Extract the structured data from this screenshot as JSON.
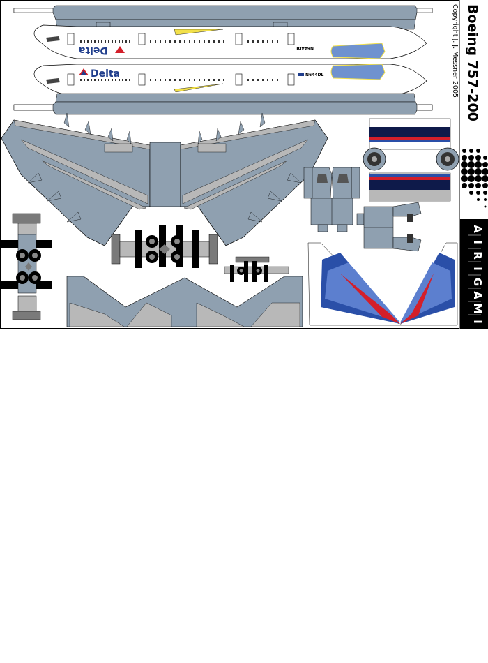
{
  "sheet": {
    "title": "Boeing 757-200",
    "copyright": "Copyright J. J. Messner 2005",
    "brand": [
      "A",
      "I",
      "R",
      "I",
      "G",
      "A",
      "M",
      "I"
    ]
  },
  "fuselage": {
    "airline": "Delta",
    "registration": "N644DL"
  },
  "colors": {
    "paper": "#ffffff",
    "outline": "#000000",
    "panel_gray": "#8fa0b0",
    "light_gray": "#b8b8b8",
    "dark_gray": "#7a7a7a",
    "delta_blue": "#1f3d8c",
    "delta_red": "#d31f2a",
    "navy": "#0e1a4a",
    "stripe_yellow": "#f2e04a",
    "sidebar_bg": "#000000",
    "sidebar_text": "#ffffff",
    "tail_blue": "#2a4fa8",
    "tail_light": "#9fb8e0"
  }
}
